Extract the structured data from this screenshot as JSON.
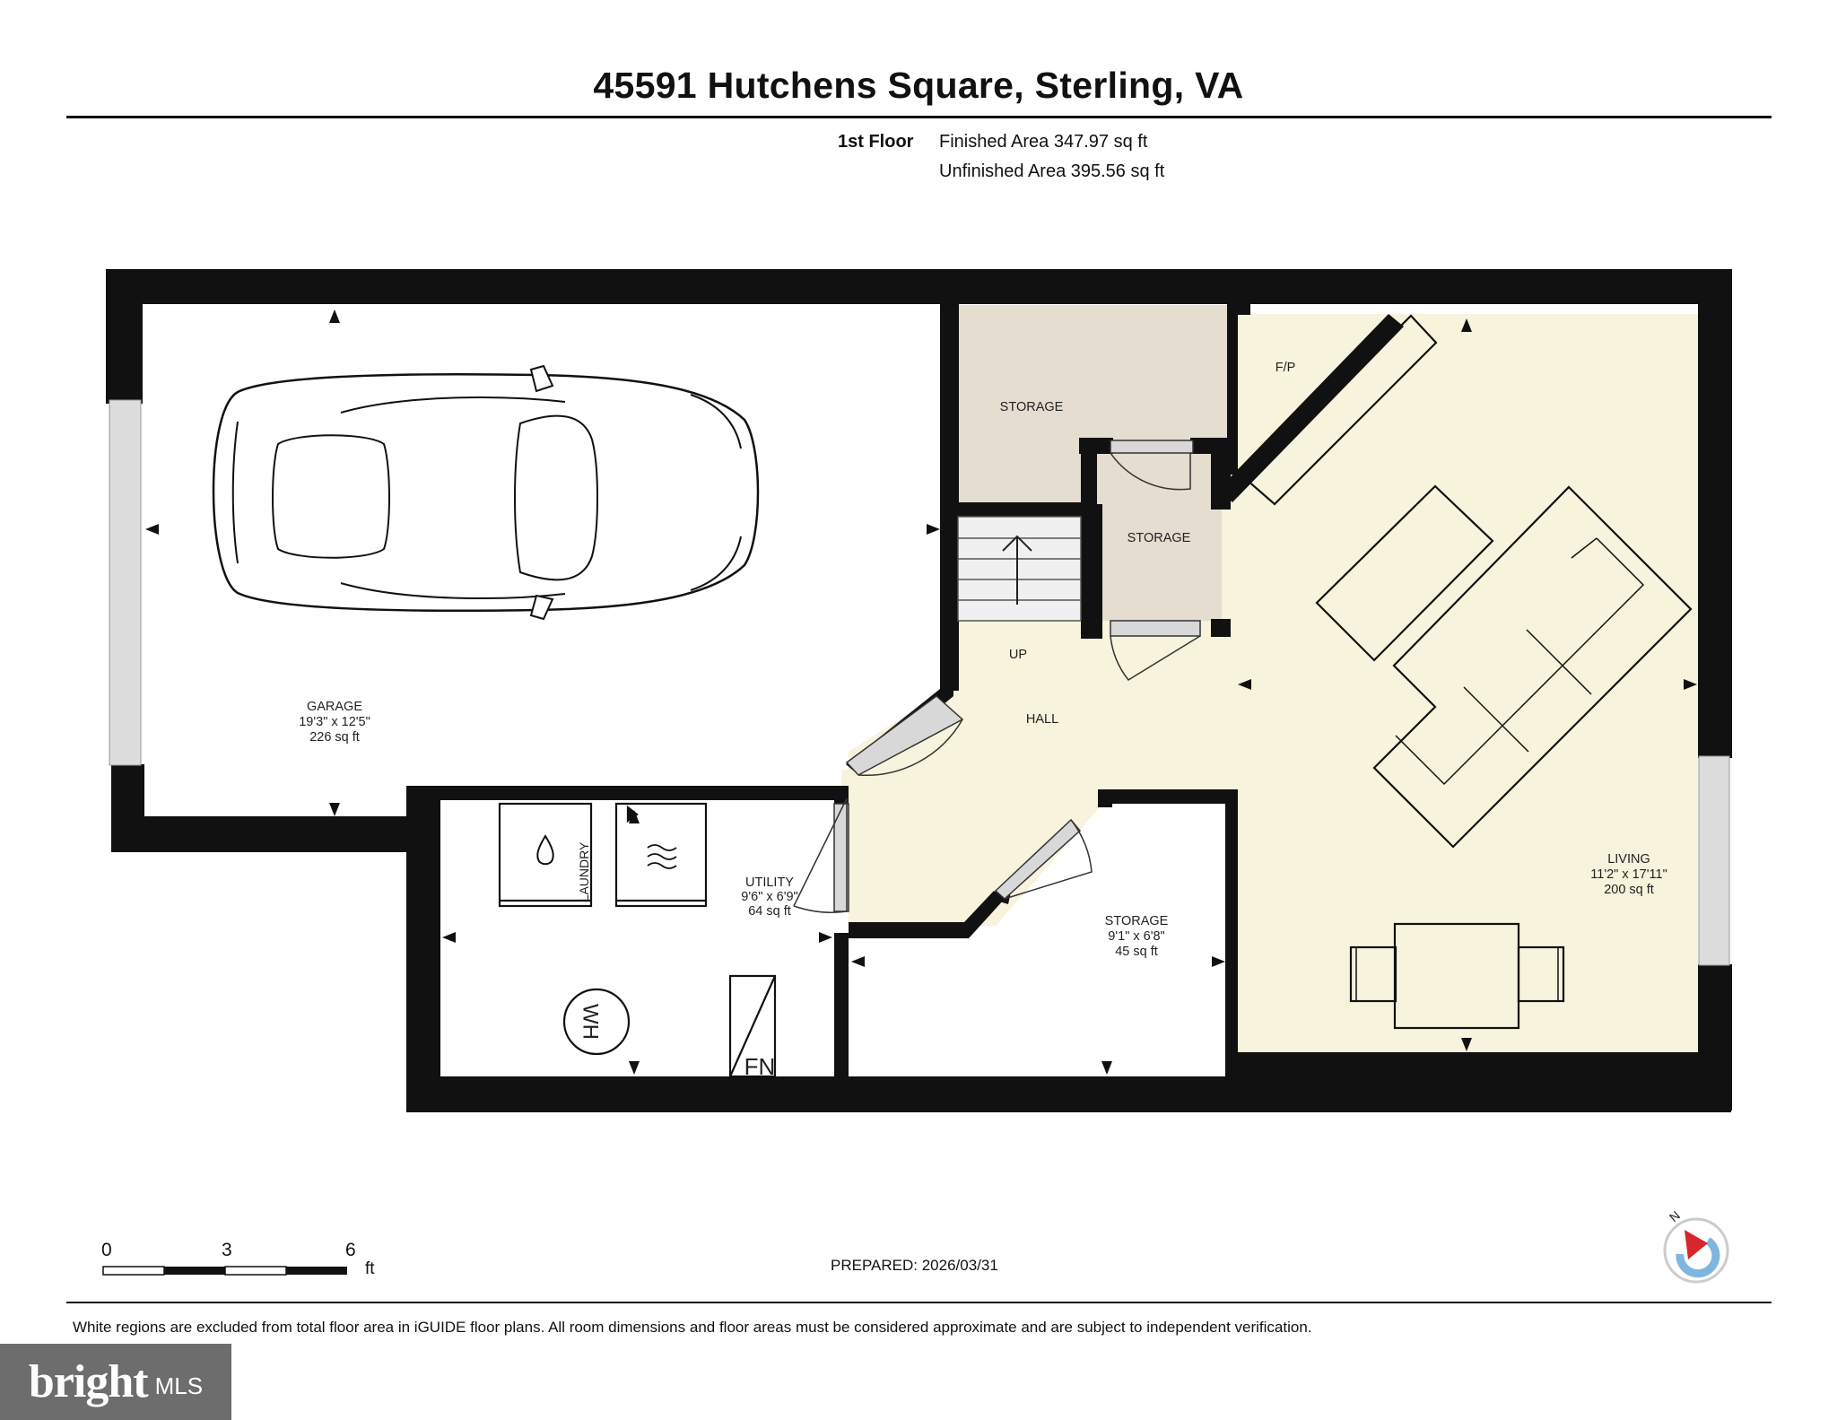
{
  "title": "45591 Hutchens Square, Sterling, VA",
  "floor": {
    "name": "1st Floor",
    "finished": "Finished Area 347.97 sq ft",
    "unfinished": "Unfinished Area 395.56 sq ft"
  },
  "rooms": {
    "garage": {
      "name": "GARAGE",
      "dims": "19'3\" x 12'5\"",
      "area": "226 sq ft"
    },
    "storage1": {
      "name": "STORAGE"
    },
    "storage2": {
      "name": "STORAGE"
    },
    "fp": {
      "name": "F/P"
    },
    "up": {
      "name": "UP"
    },
    "hall": {
      "name": "HALL"
    },
    "utility": {
      "name": "UTILITY",
      "dims": "9'6\" x 6'9\"",
      "area": "64 sq ft"
    },
    "laundry": {
      "name": "LAUNDRY"
    },
    "storage3": {
      "name": "STORAGE",
      "dims": "9'1\" x 6'8\"",
      "area": "45 sq ft"
    },
    "living": {
      "name": "LIVING",
      "dims": "11'2\" x 17'11\"",
      "area": "200 sq ft"
    },
    "wh": {
      "name": "WH"
    },
    "fn": {
      "name": "FN"
    }
  },
  "scale": {
    "labels": [
      "0",
      "3",
      "6"
    ],
    "unit": "ft"
  },
  "compass": {
    "label": "N"
  },
  "prepared": "PREPARED: 2026/03/31",
  "disclaimer": "White regions are excluded from total floor area in iGUIDE floor plans. All room dimensions and floor areas must be considered approximate and are subject to independent verification.",
  "brand": {
    "word": "bright",
    "suffix": "MLS"
  },
  "colors": {
    "finished": "#f7f3dc",
    "storage": "#e4ddd0",
    "wall": "#111111"
  }
}
